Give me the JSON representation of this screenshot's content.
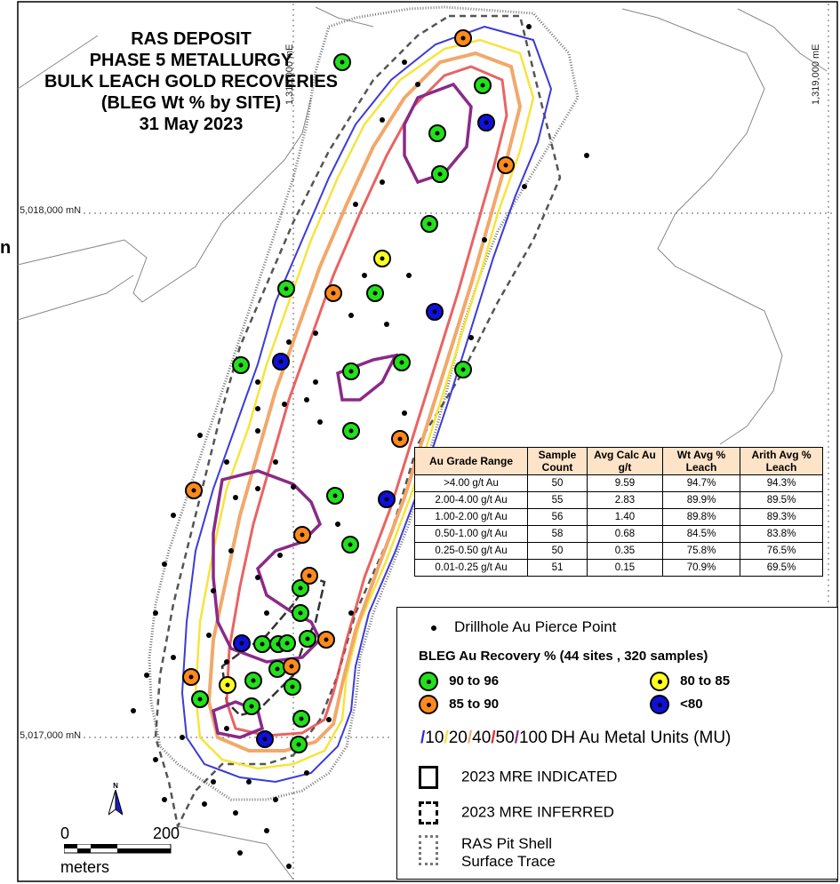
{
  "title": {
    "line1": "RAS DEPOSIT",
    "line2": "PHASE 5 METALLURGY",
    "line3": "BULK LEACH GOLD RECOVERIES",
    "line4": "(BLEG Wt % by SITE)",
    "line5": "31 May 2023"
  },
  "edge_text": "n",
  "grid": {
    "northing_upper": "5,018,000 mN",
    "northing_lower": "5,017,000 mN",
    "easting_left": "1,318,000 mE",
    "easting_right": "1,319,000 mE"
  },
  "grade_table": {
    "headers": [
      "Au Grade Range",
      "Sample Count",
      "Avg Calc Au g/t",
      "Wt Avg % Leach",
      "Arith Avg % Leach"
    ],
    "rows": [
      [
        ">4.00 g/t Au",
        "50",
        "9.59",
        "94.7%",
        "94.3%"
      ],
      [
        "2.00-4.00 g/t Au",
        "55",
        "2.83",
        "89.9%",
        "89.5%"
      ],
      [
        "1.00-2.00 g/t Au",
        "56",
        "1.40",
        "89.8%",
        "89.3%"
      ],
      [
        "0.50-1.00 g/t Au",
        "58",
        "0.68",
        "84.5%",
        "83.8%"
      ],
      [
        "0.25-0.50 g/t Au",
        "50",
        "0.35",
        "75.8%",
        "76.5%"
      ],
      [
        "0.01-0.25 g/t Au",
        "51",
        "0.15",
        "70.9%",
        "69.5%"
      ]
    ]
  },
  "legend": {
    "pierce_point": "Drillhole Au Pierce Point",
    "bleg_heading": "BLEG Au Recovery % (44 sites , 320 samples)",
    "classes": [
      {
        "label": "90  to  96",
        "color": "#22e01c"
      },
      {
        "label": "80  to  85",
        "color": "#ffff22"
      },
      {
        "label": "85  to  90",
        "color": "#ff8a1c"
      },
      {
        "label": "<80",
        "color": "#1010dd"
      }
    ],
    "contours": {
      "values": [
        "10",
        "20",
        "40",
        "50",
        "100"
      ],
      "colors": [
        "#2a2ae0",
        "#f6e43c",
        "#f2a86a",
        "#e42a2a",
        "#8a2a88"
      ],
      "label": "DH Au Metal Units (MU)"
    },
    "indicated": "2023 MRE INDICATED",
    "inferred": "2023 MRE INFERRED",
    "pit_shell_line1": "RAS Pit Shell",
    "pit_shell_line2": "Surface Trace"
  },
  "scale": {
    "start": "0",
    "end": "200",
    "units": "meters"
  },
  "north": "N"
}
